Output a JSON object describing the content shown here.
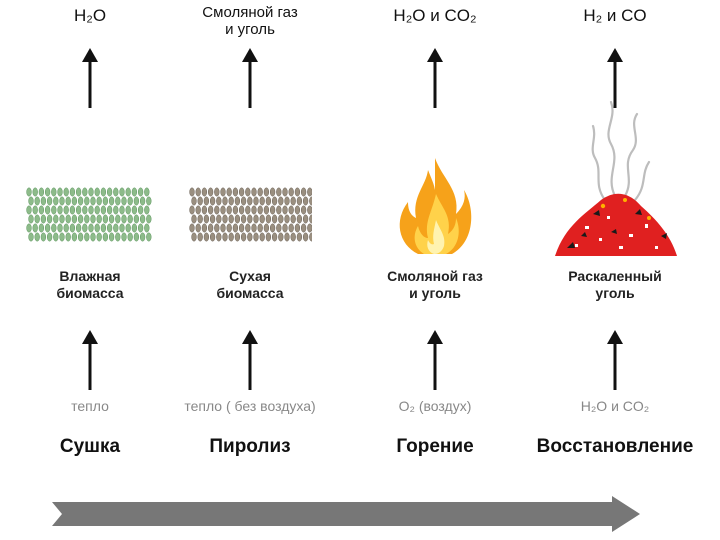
{
  "stages": [
    {
      "product": "H₂O",
      "state": "Влажная\nбиомасса",
      "input": "тепло",
      "stage": "Сушка",
      "picture": "wet-biomass"
    },
    {
      "product": "Смоляной газ\nи уголь",
      "state": "Сухая\nбиомасса",
      "input": "тепло ( без воздуха)",
      "stage": "Пиролиз",
      "picture": "dry-biomass"
    },
    {
      "product": "H₂O и CO₂",
      "state": "Смоляной газ\nи уголь",
      "input": "O₂ (воздух)",
      "stage": "Горение",
      "picture": "flame"
    },
    {
      "product": "H₂ и CO",
      "state": "Раскаленный\nуголь",
      "input": "H₂O и CO₂",
      "stage": "Восстановление",
      "picture": "hot-coal"
    }
  ],
  "colors": {
    "wet_biomass": "#8dbb8a",
    "dry_biomass": "#9a8f80",
    "flame_outer": "#f6a21a",
    "flame_inner": "#ffe27a",
    "coal": "#e02020",
    "smoke": "#bdbdbd",
    "process_arrow": "#777777"
  }
}
